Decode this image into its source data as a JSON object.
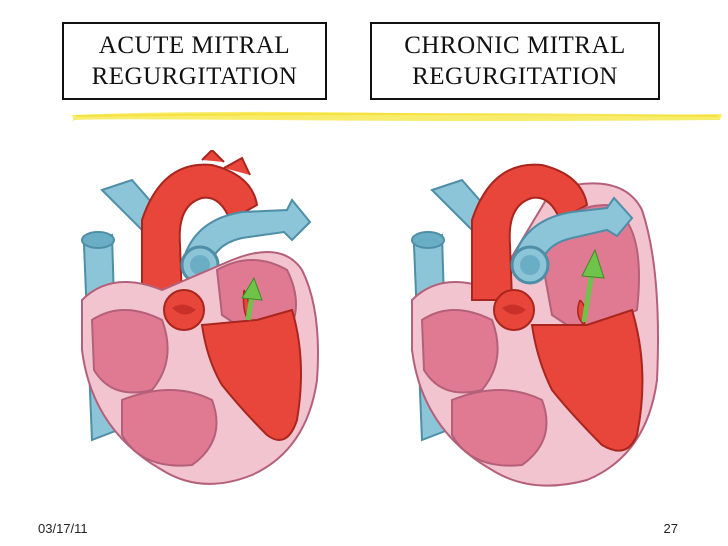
{
  "titles": {
    "acute": {
      "line1": "ACUTE MITRAL",
      "line2": "REGURGITATION"
    },
    "chronic": {
      "line1": "CHRONIC MITRAL",
      "line2": "REGURGITATION"
    }
  },
  "footer": {
    "date": "03/17/11",
    "page": "27"
  },
  "colors": {
    "highlight": "#f7ea5c",
    "aorta_red": "#e8463a",
    "vein_blue": "#8cc4d8",
    "chamber_pink": "#e07a93",
    "myocardium_light": "#f2c4cf",
    "regurgitant_jet": "#6fc24a"
  },
  "icons": [
    "regurgitation-arrow-icon"
  ]
}
